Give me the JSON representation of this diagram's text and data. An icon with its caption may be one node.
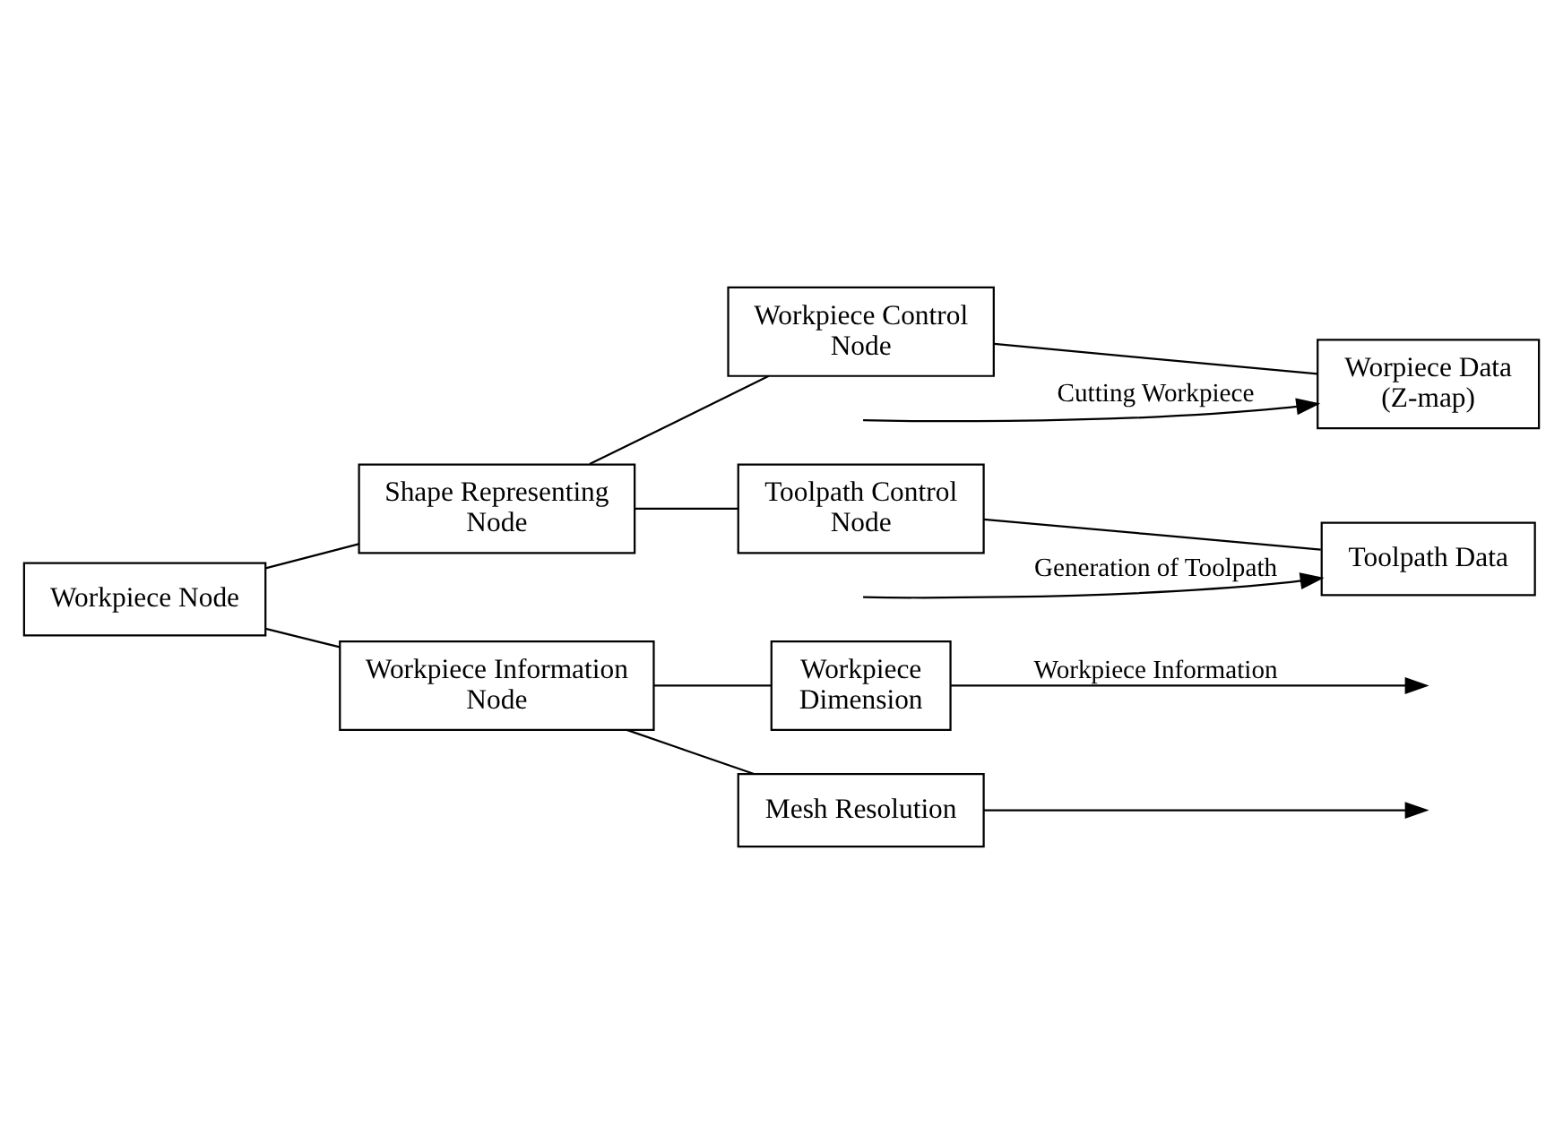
{
  "diagram": {
    "nodes": [
      {
        "text": [
          "Workpiece Node"
        ]
      },
      {
        "text": [
          "Shape Representing Node"
        ]
      },
      {
        "text": [
          "Workpiece Control Node"
        ]
      },
      {
        "text": [
          "Worpiece Data (Z-map)"
        ]
      },
      {
        "text": [
          "Toolpath Control Node"
        ]
      },
      {
        "text": [
          "Toolpath Data"
        ]
      },
      {
        "text": [
          "Workpiece Information Node"
        ]
      },
      {
        "text": [
          "Workpiece Dimension"
        ]
      },
      {
        "text": [
          "Mesh Resolution"
        ]
      }
    ],
    "edges": [
      {
        "from": 0,
        "to": 1,
        "arrow": "none"
      },
      {
        "from": 1,
        "to": 2,
        "arrow": "none"
      },
      {
        "from": 2,
        "to": 3,
        "arrow": "none"
      },
      {
        "from": 1,
        "to": 4,
        "arrow": "none"
      },
      {
        "from": 4,
        "to": 5,
        "arrow": "none"
      },
      {
        "from": 0,
        "to": 6,
        "arrow": "none"
      },
      {
        "from": 6,
        "to": 7,
        "arrow": "none"
      },
      {
        "from": 6,
        "to": 8,
        "arrow": "none"
      },
      {
        "from": null,
        "to": 3,
        "arrow": "to",
        "label": "Cutting Workpiece"
      },
      {
        "from": null,
        "to": 5,
        "arrow": "to",
        "label": "Generation of Toolpath"
      },
      {
        "from": 7,
        "to": null,
        "arrow": "to",
        "label": "Workpiece Information"
      },
      {
        "from": 8,
        "to": null,
        "arrow": "to"
      }
    ]
  }
}
